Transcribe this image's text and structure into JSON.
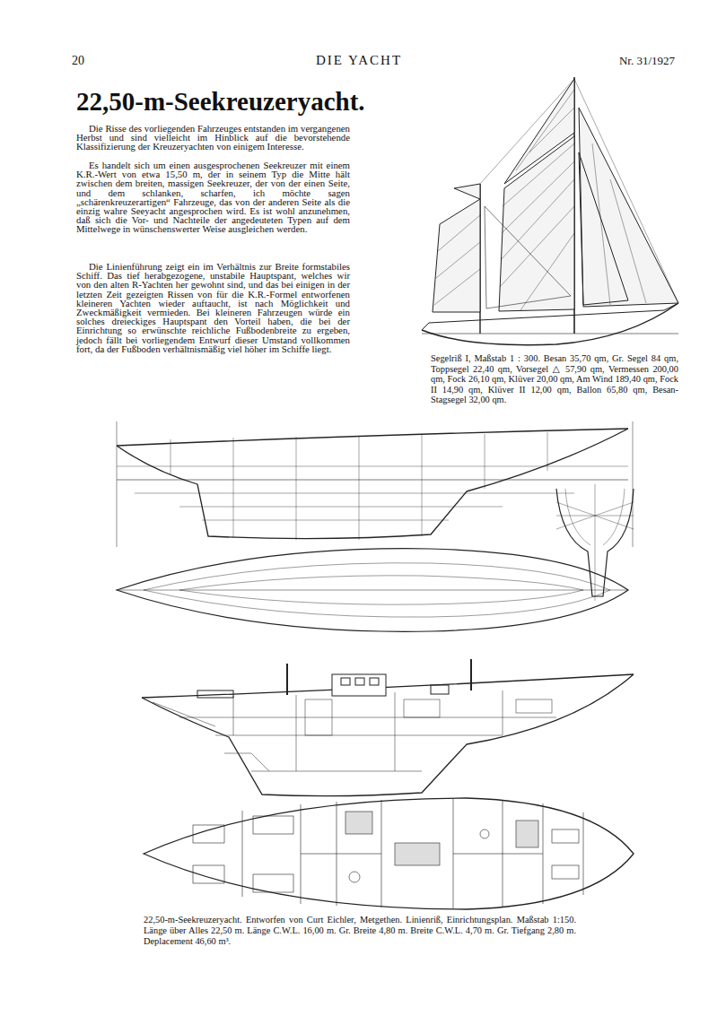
{
  "diagram": {
    "title": "22,50-m-Seekreuzeryacht.",
    "caption": "22,50-m-Seekreuzeryacht. Entworfen von Curt Eichler, Metgethen. Linienriß, Einrichtungsplan. Maßstab 1:150. Länge über Alles 22,50 m. Länge C.W.L. 16,00 m. Gr. Breite 4,80 m. Breite C.W.L. 4,70 m. Gr. Tiefgang 2,80 m. Deplacement 46,60 m³.",
    "labels": [
      "20",
      "DIE YACHT",
      "Nr. 31/1927",
      "Die Risse des vorliegenden Fahrzeuges entstanden im vergangenen Herbst und sind vielleicht im Hinblick auf die bevorstehende Klassifizierung der Kreuzeryachten von einigem Interesse.",
      "Es handelt sich um einen ausgesprochenen Seekreuzer mit einem K.R.-Wert von etwa 15,50 m, der in seinem Typ die Mitte hält zwischen dem breiten, massigen Seekreuzer, der von der einen Seite, und dem schlanken, scharfen, ich möchte sagen „schärenkreuzerartigen“ Fahrzeuge, das von der anderen Seite als die einzig wahre Seeyacht angesprochen wird. Es ist wohl anzunehmen, daß sich die Vor- und Nachteile der angedeuteten Typen auf dem Mittelwege in wünschenswerter Weise ausgleichen werden.",
      "Die Linienführung zeigt ein im Verhältnis zur Breite formstabiles Schiff. Das tief herabgezogene, unstabile Hauptspant, welches wir von den alten R-Yachten her gewohnt sind, und das bei einigen in der letzten Zeit gezeigten Rissen von für die K.R.-Formel entworfenen kleineren Yachten wieder auftaucht, ist nach Möglichkeit und Zweckmäßigkeit vermieden. Bei kleineren Fahrzeugen würde ein solches dreieckiges Hauptspant den Vorteil haben, die bei der Einrichtung so erwünschte reichliche Fußbodenbreite zu ergeben, jedoch fällt bei vorliegendem Entwurf dieser Umstand vollkommen fort, da der Fußboden verhältnismäßig viel höher im Schiffe liegt.",
      "Segelriß I, Maßstab 1 : 300. Besan 35,70 qm, Gr. Segel 84 qm, Toppsegel 22,40 qm, Vorsegel △ 57,90 qm, Vermessen 200,00 qm, Fock 26,10 qm, Klüver 20,00 qm, Am Wind 189,40 qm, Fock II 14,90 qm, Klüver II 12,00 qm, Ballon 65,80 qm, Besan-Stagsegel 32,00 qm."
    ]
  }
}
